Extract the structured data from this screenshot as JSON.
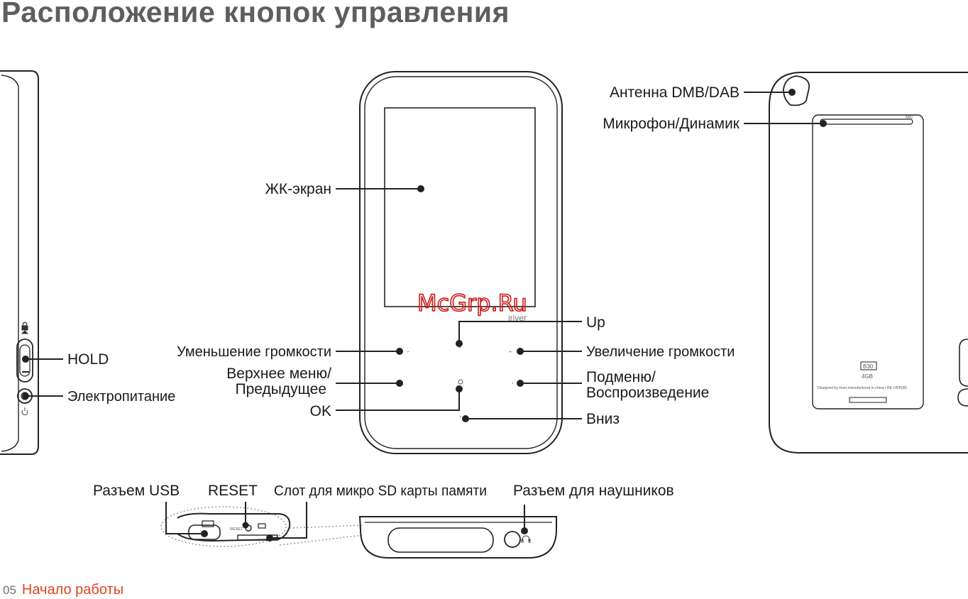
{
  "title": "Расположение кнопок управления",
  "labels": {
    "lcd": "ЖК-экран",
    "up": "Up",
    "vol_down": "Уменьшение громкости",
    "vol_up": "Увеличение громкости",
    "prev_l1": "Верхнее меню/",
    "prev_l2": "Предыдущее",
    "next_l1": "Подменю/",
    "next_l2": "Воспроизведение",
    "ok": "OK",
    "down": "Вниз",
    "hold": "HOLD",
    "power": "Электропитание",
    "antenna": "Антенна DMB/DAB",
    "mic": "Микрофон/Динамик",
    "usb": "Разъем USB",
    "reset": "RESET",
    "sd": "Слот для микро SD карты памяти",
    "headphones": "Разъем для наушников"
  },
  "device": {
    "brand": "iriver",
    "model": "B30",
    "capacity": "4GB",
    "mic_mark": "MIC",
    "reset_mark": "RESET",
    "back_text": "Designed by iriver,manufactured in china I RE I-B30(B)",
    "icons": [
      "lock-icon",
      "power-icon",
      "minus-icon",
      "plus-icon",
      "headphone-icon"
    ]
  },
  "watermark": "McGrp.Ru",
  "footer": {
    "page_number": "05",
    "section": "Начало работы",
    "section_color": "#e0441c"
  }
}
